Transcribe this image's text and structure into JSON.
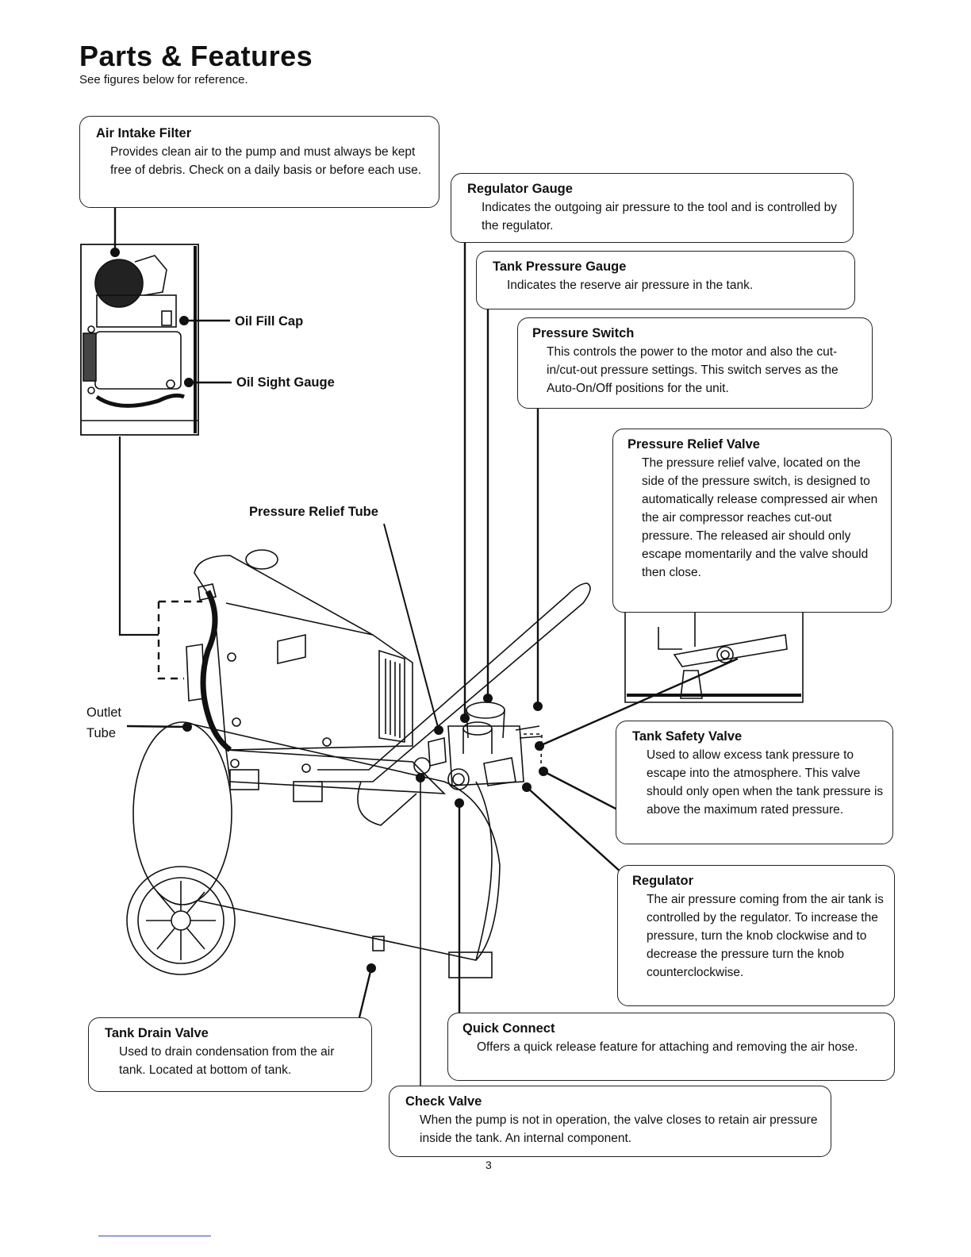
{
  "header": {
    "title": "Parts & Features",
    "subtitle": "See figures below for reference."
  },
  "callouts": {
    "air_intake_filter": {
      "title": "Air Intake Filter",
      "desc": "Provides clean air to the pump and must always be kept free of debris. Check on a daily basis or before each use."
    },
    "regulator_gauge": {
      "title": "Regulator Gauge",
      "desc": "Indicates the outgoing air pressure to the tool and is controlled by the regulator."
    },
    "tank_pressure_gauge": {
      "title": "Tank Pressure Gauge",
      "desc": "Indicates the reserve air pressure in the tank."
    },
    "pressure_switch": {
      "title": "Pressure Switch",
      "desc": "This controls the power to the motor and also the cut-in/cut-out pressure settings. This switch serves as the Auto-On/Off positions for the unit."
    },
    "pressure_relief_valve": {
      "title": "Pressure Relief Valve",
      "desc": "The pressure relief valve, located on the side of the pressure switch, is designed to automatically release compressed air when the air compressor reaches cut-out pressure. The released air should only escape momentarily and the valve should then close."
    },
    "tank_safety_valve": {
      "title": "Tank Safety Valve",
      "desc": "Used to allow excess tank pressure to escape into the atmosphere. This valve should only open when the tank pressure is above the maximum rated pressure."
    },
    "regulator": {
      "title": "Regulator",
      "desc": "The air pressure coming from the air tank is controlled by the regulator. To increase the pressure, turn the knob clockwise and to decrease the pressure turn the knob counterclockwise."
    },
    "quick_connect": {
      "title": "Quick Connect",
      "desc": "Offers a quick release feature for attaching and removing the air hose."
    },
    "tank_drain_valve": {
      "title": "Tank Drain Valve",
      "desc": "Used to drain condensation from the air tank. Located at bottom of tank."
    },
    "check_valve": {
      "title": "Check Valve",
      "desc": "When the pump is not in operation, the valve closes to retain air pressure inside the tank. An internal component."
    }
  },
  "labels": {
    "oil_fill_cap": "Oil Fill Cap",
    "oil_sight_gauge": "Oil Sight Gauge",
    "pressure_relief_tube": "Pressure Relief Tube",
    "outlet_tube_line1": "Outlet",
    "outlet_tube_line2": "Tube"
  },
  "footer": {
    "page_number": "3"
  }
}
